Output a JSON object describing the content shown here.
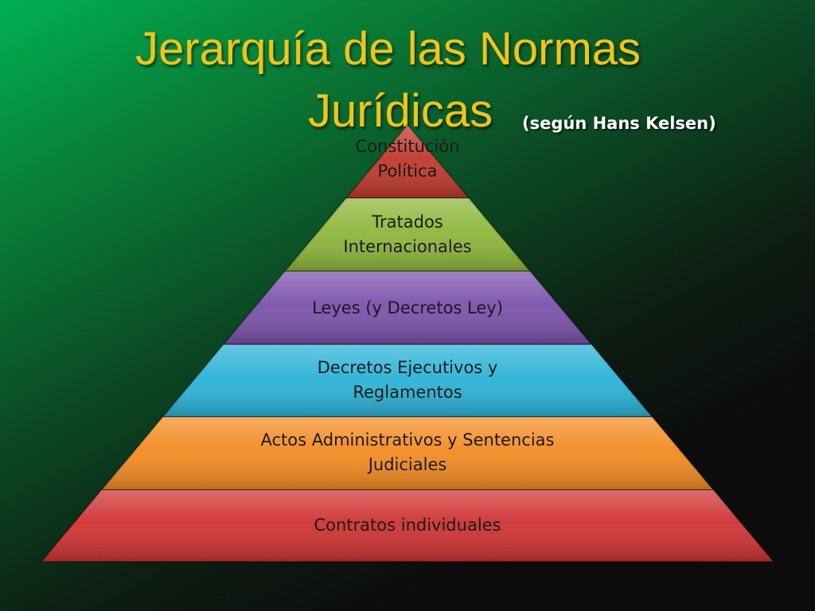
{
  "title": {
    "line1": "Jerarquía de las Normas",
    "line2": "Jurídicas",
    "subtitle": "(según Hans Kelsen)"
  },
  "pyramid": {
    "tiers": [
      {
        "line1": "Constitución",
        "line2": "Política",
        "color": "#c0392b"
      },
      {
        "line1": "Tratados",
        "line2": "Internacionales",
        "color": "#8db63a"
      },
      {
        "line1": "Leyes (y Decretos Ley)",
        "line2": "",
        "color": "#7b52ab"
      },
      {
        "line1": "Decretos Ejecutivos y",
        "line2": "Reglamentos",
        "color": "#2bb3d8"
      },
      {
        "line1": "Actos Administrativos y Sentencias",
        "line2": "Judiciales",
        "color": "#f38b22"
      },
      {
        "line1": "Contratos individuales",
        "line2": "",
        "color": "#cf3232"
      }
    ]
  }
}
